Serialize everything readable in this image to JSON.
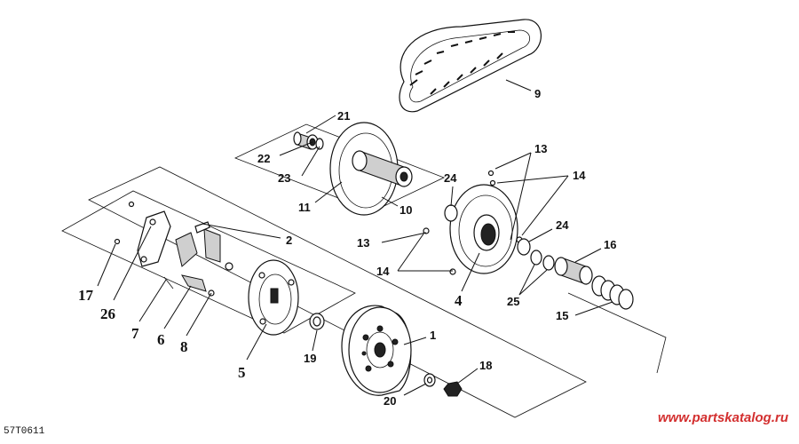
{
  "diagram": {
    "code": "57T0611",
    "watermark": "www.partskatalog.ru",
    "callouts": {
      "c1": "1",
      "c2": "2",
      "c4": "4",
      "c5": "5",
      "c6": "6",
      "c7": "7",
      "c8": "8",
      "c9": "9",
      "c10": "10",
      "c11": "11",
      "c13a": "13",
      "c13b": "13",
      "c14a": "14",
      "c14b": "14",
      "c15": "15",
      "c16": "16",
      "c17": "17",
      "c18": "18",
      "c19": "19",
      "c20": "20",
      "c21": "21",
      "c22": "22",
      "c23": "23",
      "c24a": "24",
      "c24b": "24",
      "c25": "25",
      "c26": "26"
    }
  }
}
